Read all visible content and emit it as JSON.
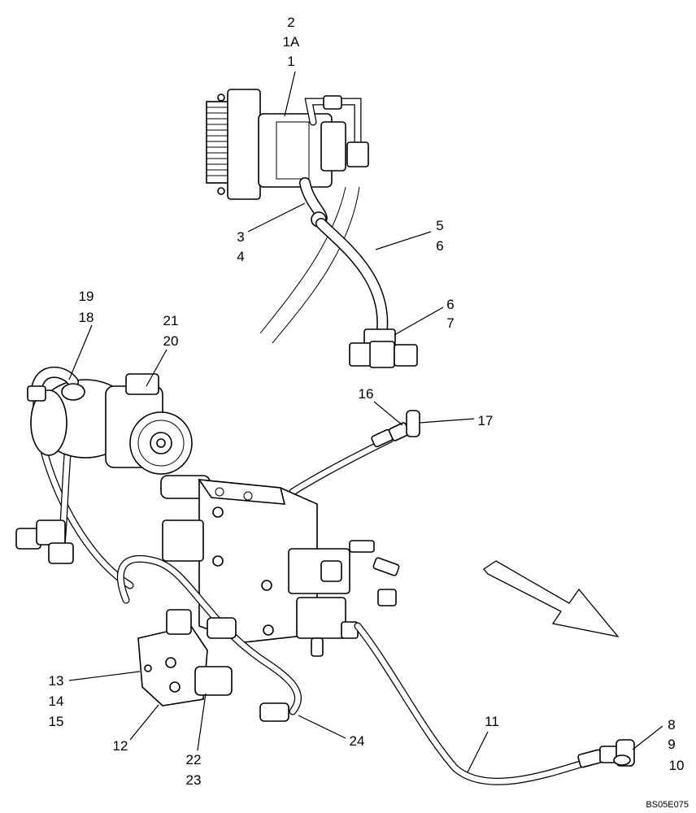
{
  "callouts": [
    {
      "id": "c2",
      "text": "2"
    },
    {
      "id": "c1A",
      "text": "1A"
    },
    {
      "id": "c1",
      "text": "1"
    },
    {
      "id": "c3",
      "text": "3"
    },
    {
      "id": "c4",
      "text": "4"
    },
    {
      "id": "c5",
      "text": "5"
    },
    {
      "id": "c6a",
      "text": "6"
    },
    {
      "id": "c6b",
      "text": "6"
    },
    {
      "id": "c7",
      "text": "7"
    },
    {
      "id": "c19",
      "text": "19"
    },
    {
      "id": "c18",
      "text": "18"
    },
    {
      "id": "c21",
      "text": "21"
    },
    {
      "id": "c20",
      "text": "20"
    },
    {
      "id": "c16",
      "text": "16"
    },
    {
      "id": "c17",
      "text": "17"
    },
    {
      "id": "c13",
      "text": "13"
    },
    {
      "id": "c14",
      "text": "14"
    },
    {
      "id": "c15",
      "text": "15"
    },
    {
      "id": "c12",
      "text": "12"
    },
    {
      "id": "c22",
      "text": "22"
    },
    {
      "id": "c23",
      "text": "23"
    },
    {
      "id": "c24",
      "text": "24"
    },
    {
      "id": "c11",
      "text": "11"
    },
    {
      "id": "c8",
      "text": "8"
    },
    {
      "id": "c9",
      "text": "9"
    },
    {
      "id": "c10",
      "text": "10"
    }
  ],
  "drawing_code": "BS05E075",
  "icons": {
    "direction_arrow": "forward-arrow-icon"
  }
}
